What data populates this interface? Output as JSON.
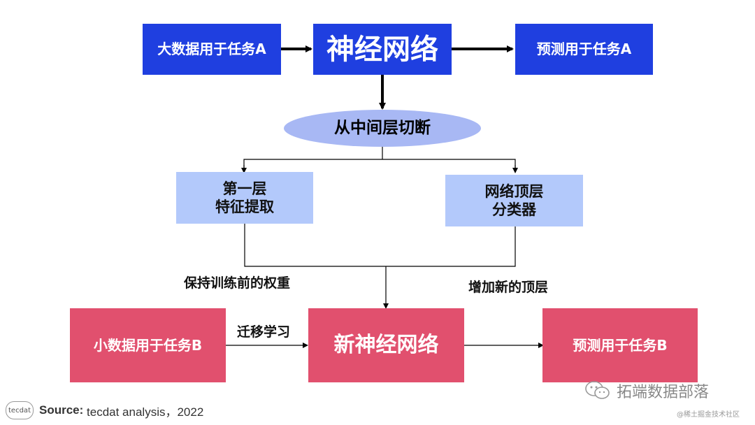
{
  "top": {
    "input": "大数据用于任务A",
    "network": "神经网络",
    "output": "预测用于任务A"
  },
  "cut": "从中间层切断",
  "branches": {
    "left_line1": "第一层",
    "left_line2": "特征提取",
    "right_line1": "网络顶层",
    "right_line2": "分类器"
  },
  "labels": {
    "keep_weights": "保持训练前的权重",
    "add_top": "增加新的顶层",
    "transfer": "迁移学习"
  },
  "bottom": {
    "input": "小数据用于任务B",
    "network": "新神经网络",
    "output": "预测用于任务B"
  },
  "footer": {
    "logo": "tecdat",
    "source_label": "Source:",
    "source_text": " tecdat analysis，2022"
  },
  "watermark": {
    "name": "拓端数据部落",
    "sub": "@稀土掘金技术社区"
  },
  "colors": {
    "blue": "#1f3fe0",
    "light_blue": "#b3c9fb",
    "red": "#e1506e",
    "ellipse": "#a8b8f4"
  }
}
